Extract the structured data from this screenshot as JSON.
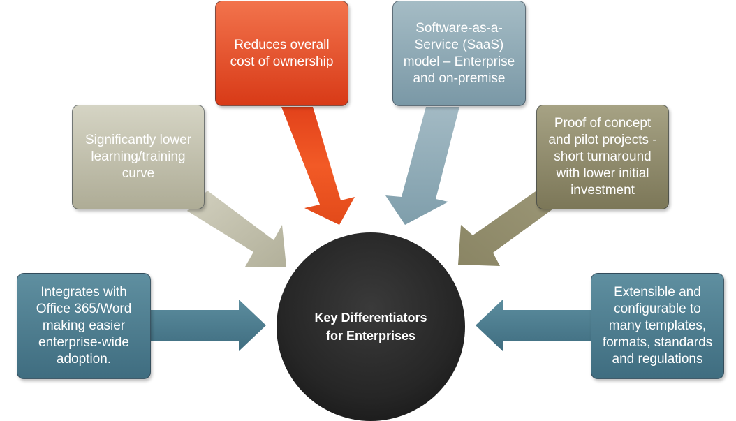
{
  "center": {
    "label": "Key Differentiators\nfor Enterprises"
  },
  "boxes": {
    "left_bottom": "Integrates with\nOffice 365/Word\nmaking easier\nenterprise-wide\nadoption.",
    "left_top": "Significantly lower\nlearning/training\ncurve",
    "top_left": "Reduces overall\ncost of ownership",
    "top_right": "Software-as-a-\nService (SaaS)\nmodel – Enterprise\nand on-premise",
    "right_top": "Proof of concept\nand pilot projects -\nshort turnaround\nwith lower initial\ninvestment",
    "right_bottom": "Extensible and\nconfigurable to\nmany templates,\nformats, standards\nand regulations"
  },
  "colors": {
    "teal_blue": "#4f7d90",
    "khaki_light": "#c2c0ad",
    "orange_red": "#f0521e",
    "gray_blue": "#8eaab6",
    "olive": "#8d8868",
    "center_black": "#262626"
  }
}
